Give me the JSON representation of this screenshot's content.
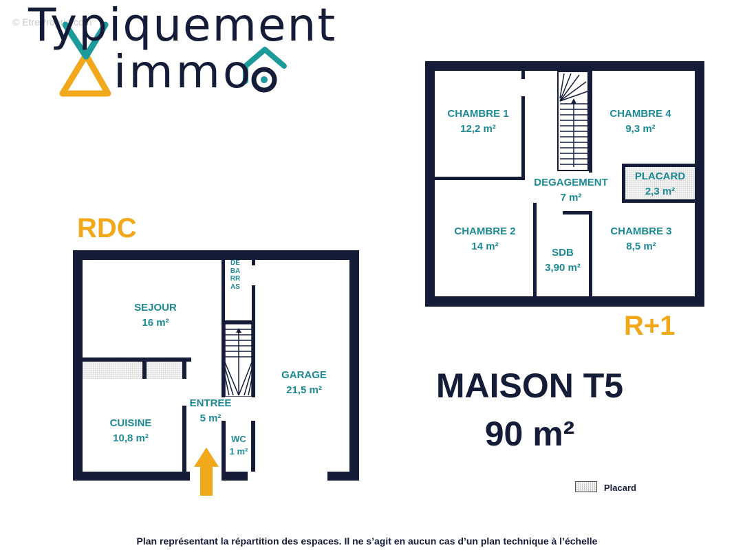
{
  "watermark": "© EtreProprio.com",
  "logo": {
    "line1": "Typiquement",
    "line2": "immo"
  },
  "floors": {
    "rdc": {
      "label": "RDC",
      "rooms": {
        "sejour": {
          "name": "SEJOUR",
          "area": "16 m²"
        },
        "cuisine": {
          "name": "CUISINE",
          "area": "10,8 m²"
        },
        "entree": {
          "name": "ENTREE",
          "area": "5 m²"
        },
        "garage": {
          "name": "GARAGE",
          "area": "21,5 m²"
        },
        "wc": {
          "name": "WC",
          "area": "1 m²"
        },
        "debarras": {
          "name": "DEBARRAS"
        }
      }
    },
    "r1": {
      "label": "R+1",
      "rooms": {
        "chambre1": {
          "name": "CHAMBRE 1",
          "area": "12,2 m²"
        },
        "chambre2": {
          "name": "CHAMBRE 2",
          "area": "14 m²"
        },
        "chambre3": {
          "name": "CHAMBRE 3",
          "area": "8,5 m²"
        },
        "chambre4": {
          "name": "CHAMBRE 4",
          "area": "9,3 m²"
        },
        "degagement": {
          "name": "DEGAGEMENT",
          "area": "7 m²"
        },
        "placard": {
          "name": "PLACARD",
          "area": "2,3 m²"
        },
        "sdb": {
          "name": "SDB",
          "area": "3,90 m²"
        }
      }
    }
  },
  "summary": {
    "type": "MAISON T5",
    "surface": "90 m²"
  },
  "legend": {
    "placard": "Placard"
  },
  "footnote": "Plan représentant la répartition des espaces. Il ne s’agit en aucun cas d’un plan technique à l’échelle",
  "colors": {
    "wall": "#141c38",
    "room_text": "#1d8a93",
    "accent": "#f1a81b",
    "logo_teal": "#1d9a9a"
  }
}
